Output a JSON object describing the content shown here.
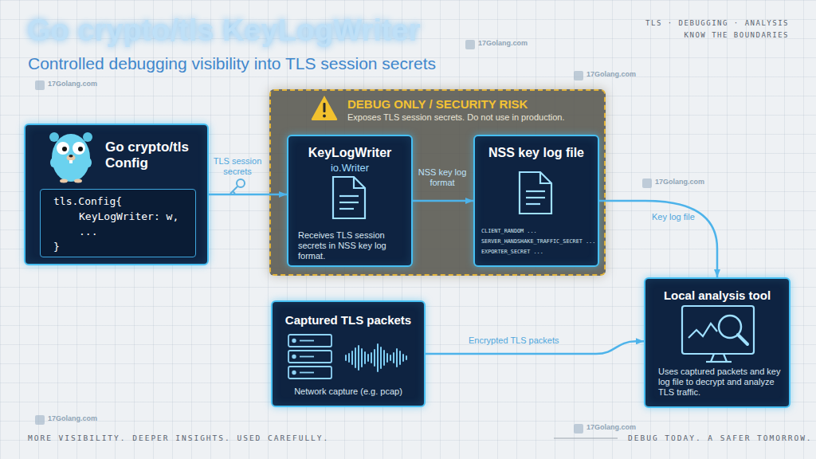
{
  "diagram": {
    "title": "Go crypto/tls KeyLogWriter",
    "nodes": [
      {
        "text": [
          "Go crypto/tls Config"
        ]
      },
      {
        "text": [
          "tls.Config{",
          "KeyLogWriter: w,",
          "...",
          "}"
        ],
        "in": 0
      },
      {
        "text": [
          "DEBUG ONLY / SECURITY RISK",
          "Exposes TLS session secrets. Do not use in production."
        ]
      },
      {
        "text": [
          "KeyLogWriter",
          "io.Writer",
          "Receives TLS session secrets in NSS key log format."
        ],
        "in": 2
      },
      {
        "text": [
          "NSS key log file",
          "CLIENT_RANDOM ...",
          "SERVER_HANDSHAKE_TRAFFIC_SECRET ...",
          "EXPORTER_SECRET ..."
        ],
        "in": 2
      },
      {
        "text": [
          "Captured TLS packets",
          "Network capture (e.g. pcap)"
        ]
      },
      {
        "text": [
          "Local analysis tool",
          "Uses captured packets and key log file to decrypt and analyze TLS traffic."
        ]
      }
    ],
    "edges": [
      {
        "from": 0,
        "to": 3,
        "label": "TLS session secrets",
        "arrow": "to"
      },
      {
        "from": 3,
        "to": 4,
        "label": "NSS key log format",
        "arrow": "to"
      },
      {
        "from": 4,
        "to": 6,
        "label": "Key log file",
        "arrow": "to"
      },
      {
        "from": 5,
        "to": 6,
        "label": "Encrypted TLS packets",
        "arrow": "to"
      }
    ],
    "labels": [
      "Controlled debugging visibility into TLS session secrets",
      "TLS · DEBUGGING · ANALYSIS",
      "KNOW THE BOUNDARIES",
      "17Golang.com",
      "17Golang.com",
      "17Golang.com",
      "17Golang.com",
      "17Golang.com",
      "17Golang.com",
      "MORE VISIBILITY. DEEPER INSIGHTS. USED CAREFULLY.",
      "DEBUG TODAY. A SAFER TOMORROW."
    ]
  }
}
